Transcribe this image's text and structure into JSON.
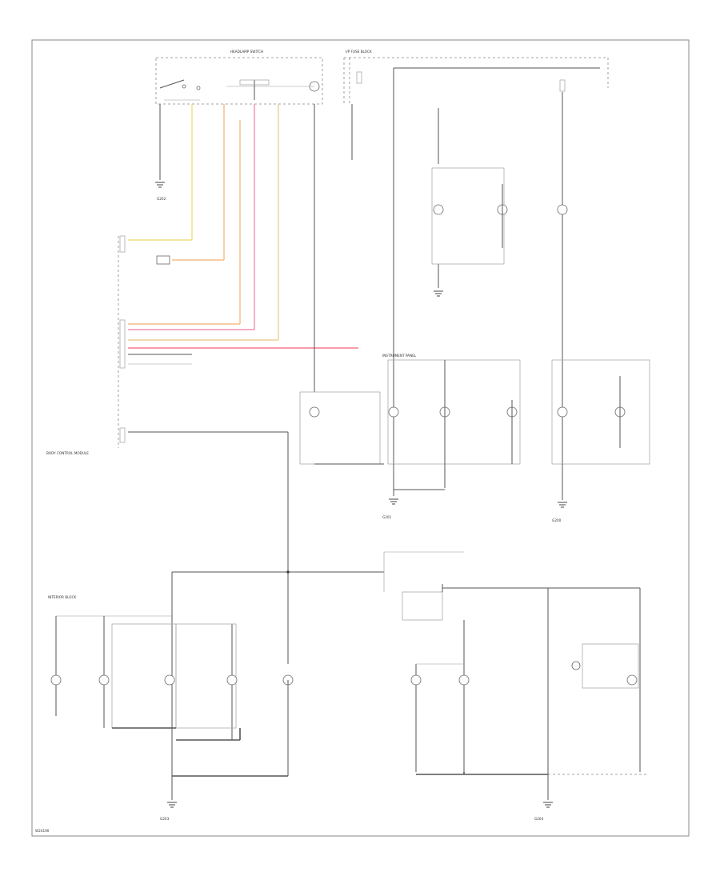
{
  "diagram": {
    "frame_color": "#8a8a8a",
    "wire_colors": {
      "default": "#555555",
      "yellow": "#e8d86a",
      "orange": "#f0b070",
      "pink": "#f07aa8",
      "red": "#f2607a",
      "tan": "#e8c88a",
      "green": "#b8d88a"
    },
    "labels": {
      "headlamp_switch": "HEADLAMP SWITCH",
      "fuse_block": "I/P FUSE BLOCK",
      "interior_block": "INTERIOR BLOCK",
      "instrument_panel": "INSTRUMENT PANEL",
      "body_control_module": "BODY CONTROL MODULE",
      "ground_left": "G203",
      "ground_right": "G204",
      "ground_center": "G201",
      "ground_ip": "G200",
      "ground_top": "G202",
      "footer_code": "W24190"
    }
  }
}
